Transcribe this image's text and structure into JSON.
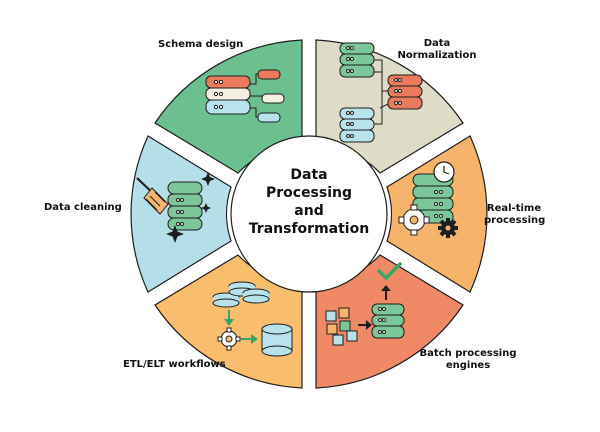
{
  "center": {
    "lines": [
      "Data",
      "Processing",
      "and",
      "Transformation"
    ]
  },
  "segments": [
    {
      "id": "schema-design",
      "label": "Schema design",
      "color": "#6cbf8f"
    },
    {
      "id": "data-normalization",
      "label_lines": [
        "Data",
        "Normalization"
      ],
      "color": "#dedcc6"
    },
    {
      "id": "real-time-processing",
      "label_lines": [
        "Real-time",
        "processing"
      ],
      "color": "#f6b46a"
    },
    {
      "id": "batch-processing-engines",
      "label_lines": [
        "Batch processing",
        "engines"
      ],
      "color": "#f08a66"
    },
    {
      "id": "etl-elt-workflows",
      "label": "ETL/ELT workflows",
      "color": "#f8bd6d"
    },
    {
      "id": "data-cleaning",
      "label": "Data cleaning",
      "color": "#b5dfe8"
    }
  ],
  "colors": {
    "outline": "#1e1e1e",
    "db_green": "#7cc69a",
    "db_red": "#ea7a5c",
    "db_blue": "#b8e3ec",
    "db_cream": "#f4efe2",
    "check_green": "#3aa466"
  }
}
